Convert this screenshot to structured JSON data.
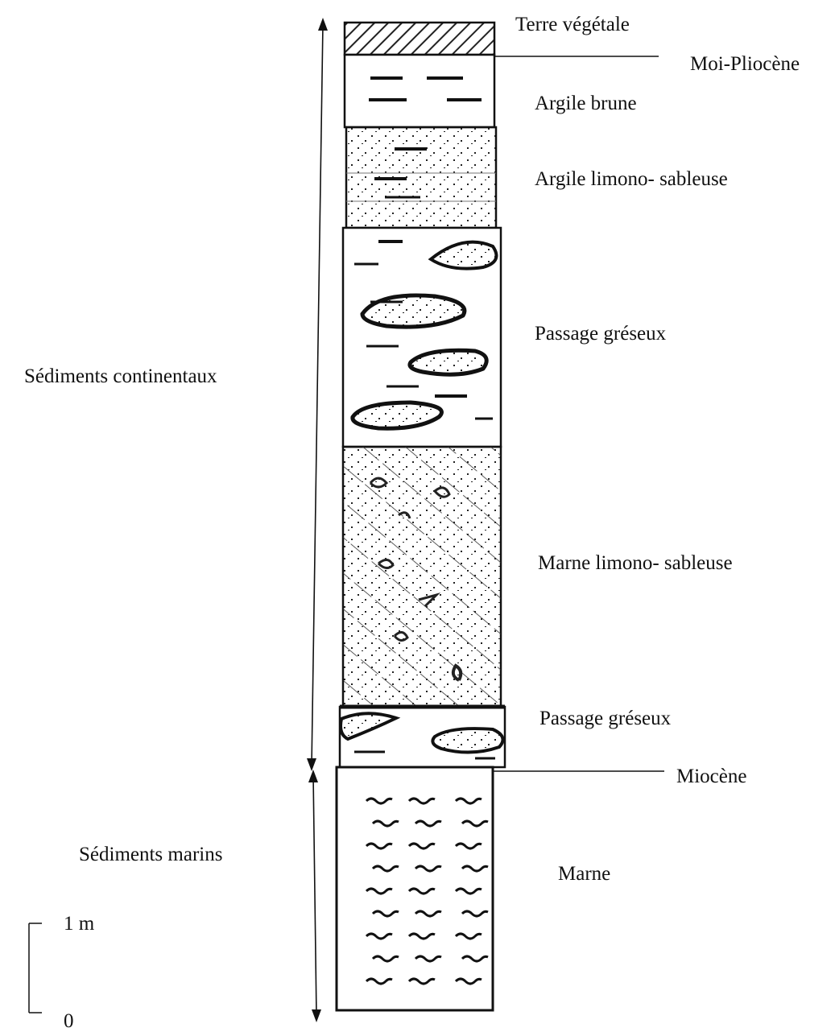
{
  "layers": [
    {
      "id": "terre",
      "label": "Terre végétale",
      "pattern": "hatch"
    },
    {
      "id": "argile-brune",
      "label": "Argile brune",
      "pattern": "dash"
    },
    {
      "id": "argile-limono",
      "label": "Argile limono- sableuse",
      "pattern": "dot-dash"
    },
    {
      "id": "passage-1",
      "label": "Passage gréseux",
      "pattern": "lens"
    },
    {
      "id": "marne-limono",
      "label": "Marne limono- sableuse",
      "pattern": "slash-dot"
    },
    {
      "id": "passage-2",
      "label": "Passage gréseux",
      "pattern": "lens"
    },
    {
      "id": "marne",
      "label": "Marne",
      "pattern": "wave"
    }
  ],
  "boundaries": {
    "moi_pliocene": "Moi-Pliocène",
    "miocene": "Miocène"
  },
  "units": {
    "continental": "Sédiments continentaux",
    "marine": "Sédiments marins"
  },
  "scale": {
    "top": "1 m",
    "bottom": "0"
  },
  "colors": {
    "ink": "#111111",
    "paper": "#ffffff"
  }
}
